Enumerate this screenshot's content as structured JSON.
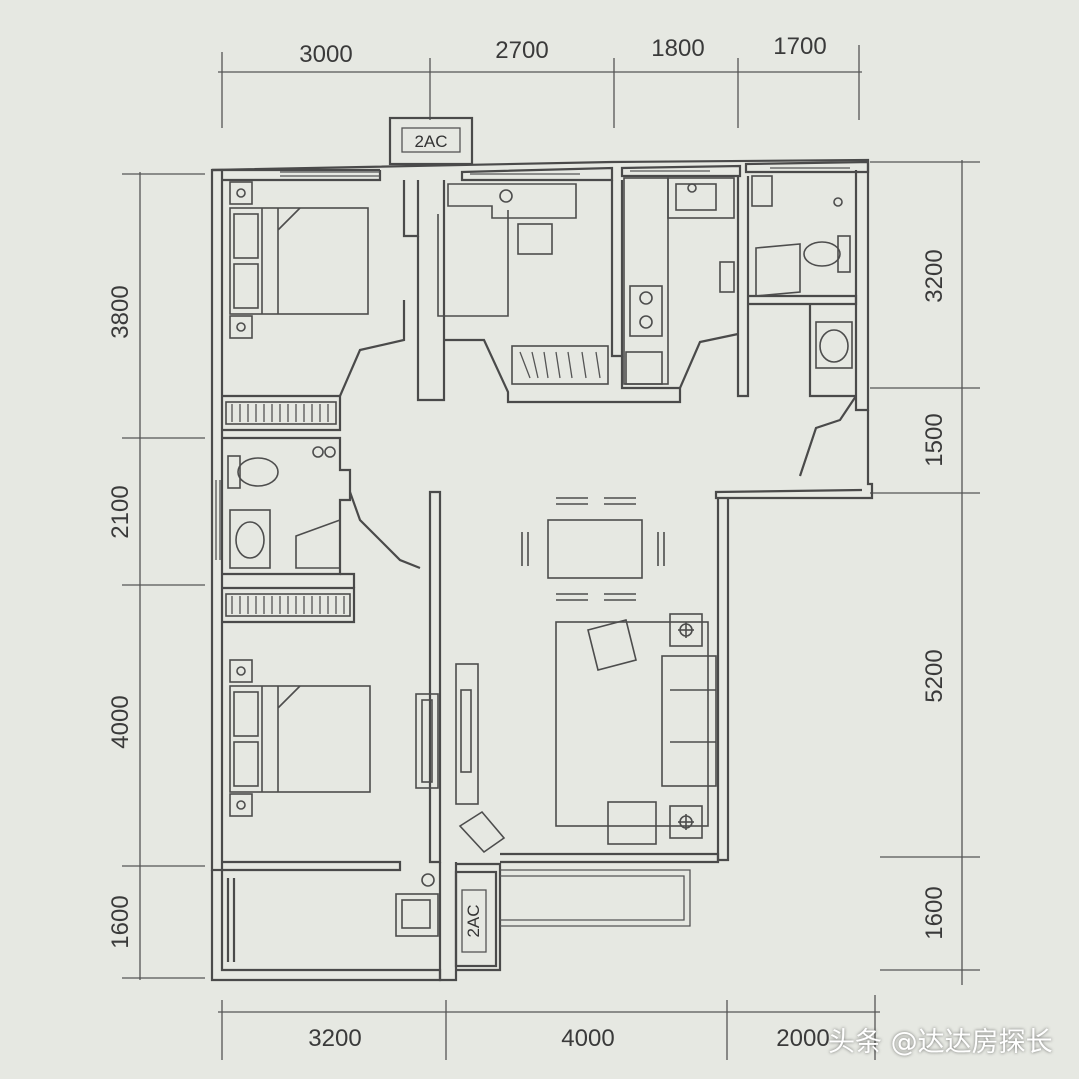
{
  "dimensions": {
    "top": [
      "3000",
      "2700",
      "1800",
      "1700"
    ],
    "bottom": [
      "3200",
      "4000",
      "2000"
    ],
    "left": [
      "3800",
      "2100",
      "4000",
      "1600"
    ],
    "right": [
      "3200",
      "1500",
      "5200",
      "1600"
    ]
  },
  "ac_labels": {
    "top": "2AC",
    "bottom": "2AC"
  },
  "watermark": "头条 @达达房探长",
  "colors": {
    "paper": "#e6e8e2",
    "ink": "#4a4a4a"
  }
}
